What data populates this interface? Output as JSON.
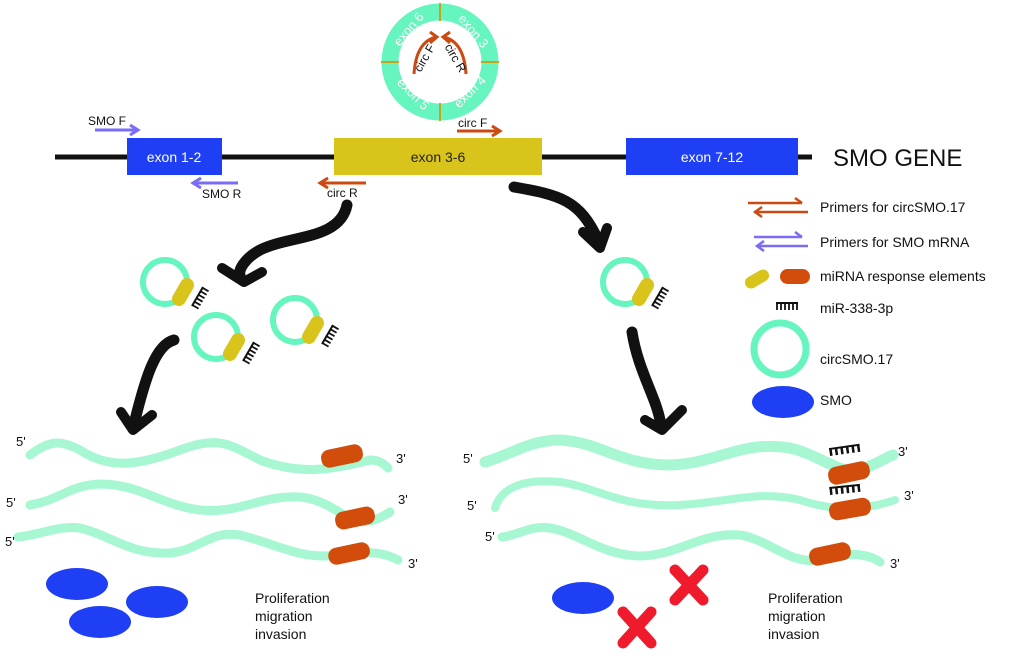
{
  "gene": {
    "title": "SMO GENE",
    "exons": [
      {
        "label": "exon 1-2",
        "color": "#1f3ff5"
      },
      {
        "label": "exon 3-6",
        "color": "#d9c41c"
      },
      {
        "label": "exon 7-12",
        "color": "#1f3ff5"
      }
    ],
    "primers": {
      "smo_f": "SMO F",
      "smo_r": "SMO R",
      "circ_f": "circ F",
      "circ_r": "circ R"
    }
  },
  "circ_ring": {
    "segments": [
      "exon 6",
      "exon 3",
      "exon 4",
      "exon 5"
    ],
    "inner_primers": {
      "f": "circ F",
      "r": "circ R"
    }
  },
  "legend": {
    "items": [
      {
        "label": "Primers for circSMO.17",
        "icon": "orange-double-arrow-icon"
      },
      {
        "label": "Primers for SMO mRNA",
        "icon": "purple-double-arrow-icon"
      },
      {
        "label": "miRNA response elements",
        "icon": "mre-capsules-icon"
      },
      {
        "label": "miR-338-3p",
        "icon": "mirna-comb-icon"
      },
      {
        "label": "circSMO.17",
        "icon": "circrna-ring-icon"
      },
      {
        "label": "SMO",
        "icon": "smo-protein-ellipse-icon"
      }
    ]
  },
  "mrna": {
    "five_prime": "5'",
    "three_prime": "3'"
  },
  "outcome": {
    "left": [
      "Proliferation",
      "migration",
      "invasion"
    ],
    "right": [
      "Proliferation",
      "migration",
      "invasion"
    ]
  },
  "colors": {
    "blue_exon": "#1f3ff5",
    "yellow_exon": "#d9c41c",
    "circ_ring": "#66f5be",
    "mrna": "#a6f7d2",
    "orange_primer": "#cc4a12",
    "purple_primer": "#7a6cf7",
    "mre_orange": "#d24d0c",
    "smo_blue": "#1f3ff5",
    "red_x": "#f01a2d"
  }
}
